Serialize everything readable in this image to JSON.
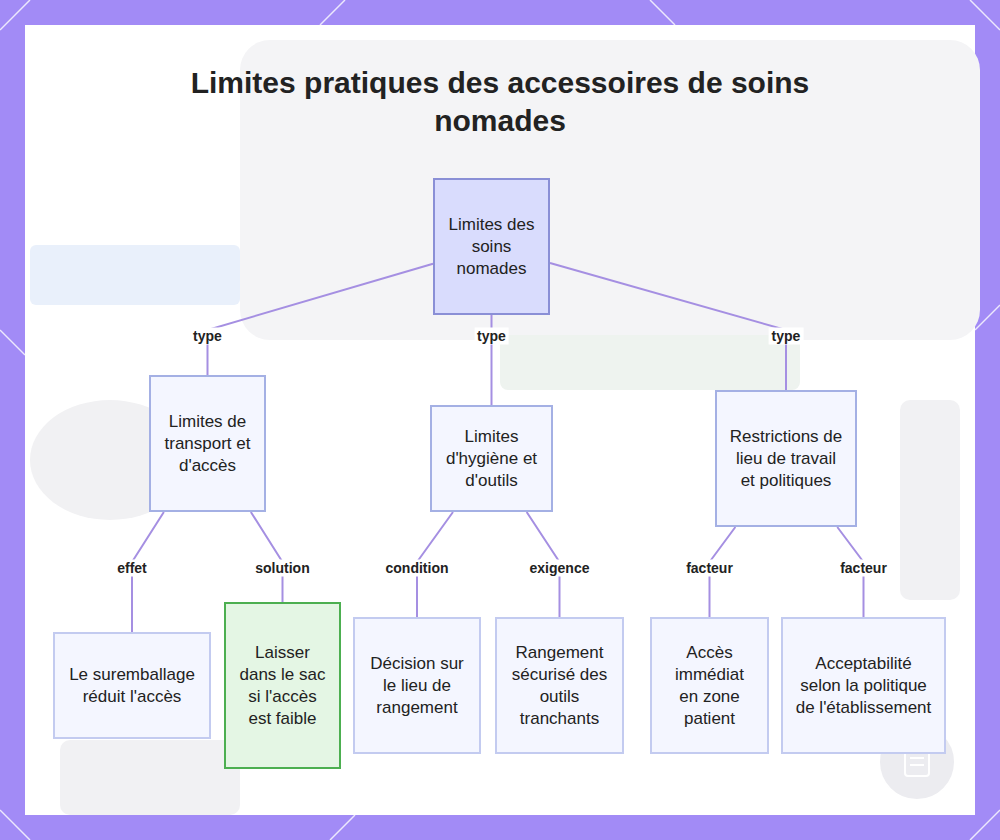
{
  "diagram": {
    "title": "Limites pratiques des accessoires de soins nomades",
    "nodes": [
      {
        "text": [
          "Limites des soins nomades"
        ]
      },
      {
        "text": [
          "Limites de transport et d'accès"
        ]
      },
      {
        "text": [
          "Limites d'hygiène et d'outils"
        ]
      },
      {
        "text": [
          "Restrictions de lieu de travail et politiques"
        ]
      },
      {
        "text": [
          "Le suremballage réduit l'accès"
        ]
      },
      {
        "text": [
          "Laisser dans le sac si l'accès est faible"
        ]
      },
      {
        "text": [
          "Décision sur le lieu de rangement"
        ]
      },
      {
        "text": [
          "Rangement sécurisé des outils tranchants"
        ]
      },
      {
        "text": [
          "Accès immédiat en zone patient"
        ]
      },
      {
        "text": [
          "Acceptabilité selon la politique de l'établissement"
        ]
      }
    ],
    "edges": [
      {
        "from": 0,
        "to": 1,
        "label": "type",
        "arrow": "none"
      },
      {
        "from": 0,
        "to": 2,
        "label": "type",
        "arrow": "none"
      },
      {
        "from": 0,
        "to": 3,
        "label": "type",
        "arrow": "none"
      },
      {
        "from": 1,
        "to": 4,
        "label": "effet",
        "arrow": "none"
      },
      {
        "from": 1,
        "to": 5,
        "label": "solution",
        "arrow": "none"
      },
      {
        "from": 2,
        "to": 6,
        "label": "condition",
        "arrow": "none"
      },
      {
        "from": 2,
        "to": 7,
        "label": "exigence",
        "arrow": "none"
      },
      {
        "from": 3,
        "to": 8,
        "label": "facteur",
        "arrow": "none"
      },
      {
        "from": 3,
        "to": 9,
        "label": "facteur",
        "arrow": "none"
      }
    ]
  }
}
